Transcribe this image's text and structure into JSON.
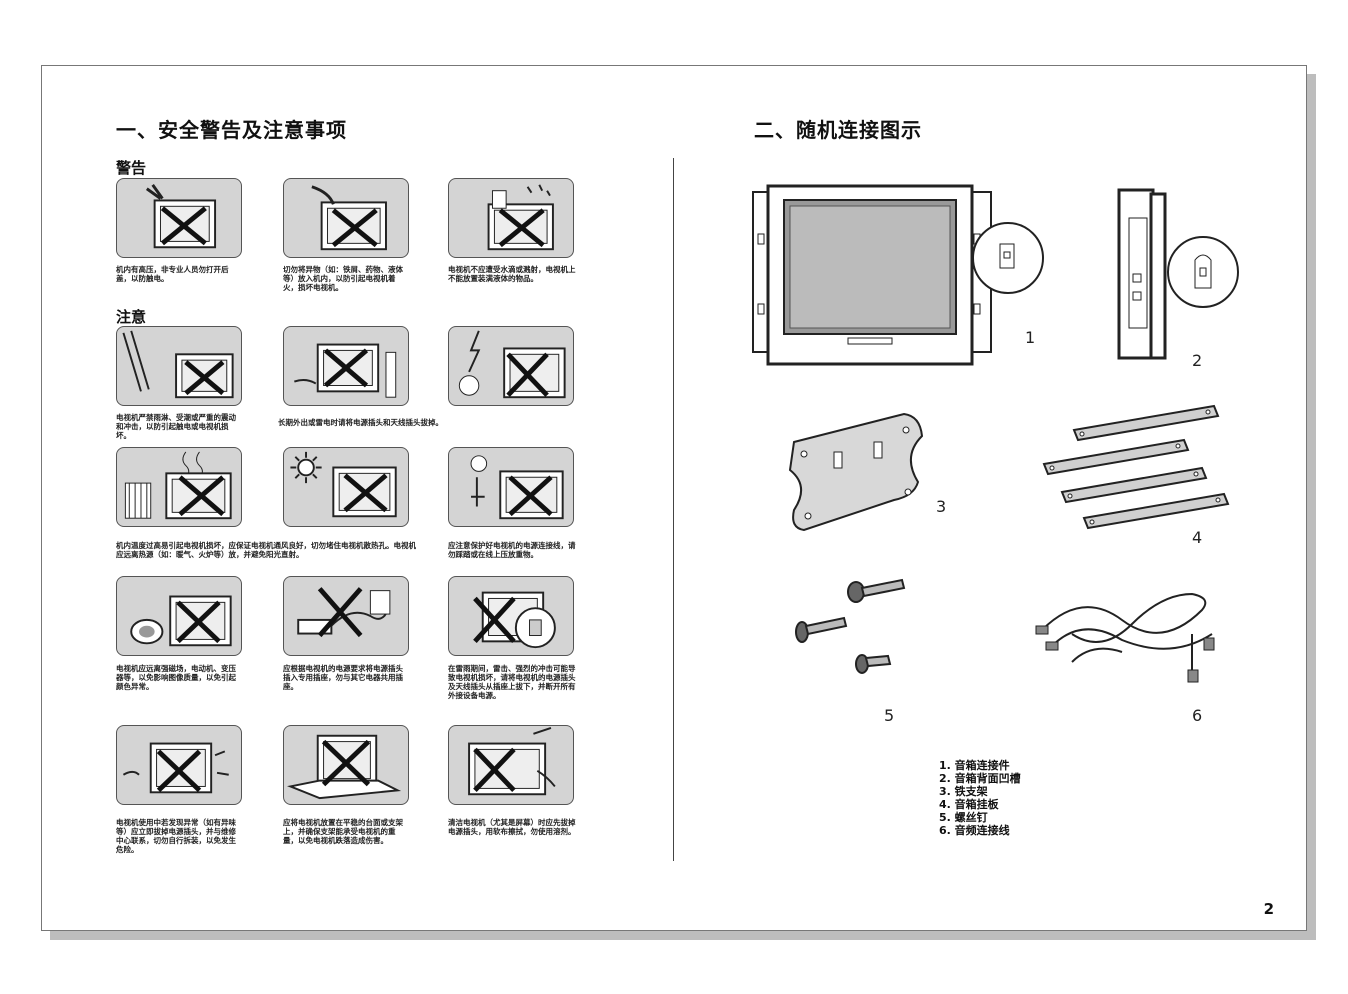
{
  "left_title": "一、安全警告及注意事项",
  "warning_heading": "警告",
  "caution_heading": "注意",
  "right_title": "二、随机连接图示",
  "captions": {
    "w1": "机内有高压，非专业人员勿打开后盖，以防触电。",
    "w2": "切勿将异物（如：铁屑、药物、液体等）放入机内，以防引起电视机着火，损坏电视机。",
    "w3": "电视机不应遭受水滴或溅射，电视机上不能放置装满液体的物品。",
    "c1": "电视机严禁雨淋、受潮或严重的震动和冲击，以防引起触电或电视机损坏。",
    "c2": "长期外出或雷电时请将电源插头和天线插头拔掉。",
    "c4": "机内温度过高易引起电视机损坏，应保证电视机通风良好，切勿堵住电视机散热孔。电视机应远离热源（如：暖气、火炉等）放，并避免阳光直射。",
    "c6": "应注意保护好电视机的电源连接线，请勿踩踏或在线上压放重物。",
    "c7": "电视机应远离强磁场，电动机、变压器等，以免影响图像质量，以免引起颜色异常。",
    "c8": "应根据电视机的电源要求将电源插头插入专用插座，勿与其它电器共用插座。",
    "c9": "在雷雨期间，雷击、强烈的冲击可能导致电视机损坏，请将电视机的电源插头及天线插头从插座上拔下，并断开所有外接设备电源。",
    "c10": "电视机使用中若发现异常（如有异味等）应立即拔掉电源插头，并与维修中心联系，切勿自行拆装，以免发生危险。",
    "c11": "应将电视机放置在平稳的台面或支架上，并确保支架能承受电视机的重量，以免电视机跌落造成伤害。",
    "c12": "清洁电视机（尤其是屏幕）时应先拔掉电源插头，用软布擦拭，勿使用溶剂。"
  },
  "figure_numbers": [
    "1",
    "2",
    "3",
    "4",
    "5",
    "6"
  ],
  "legend": [
    "1. 音箱连接件",
    "2. 音箱背面凹槽",
    "3. 铁支架",
    "4. 音箱挂板",
    "5. 螺丝钉",
    "6. 音频连接线"
  ],
  "page_number": "2"
}
